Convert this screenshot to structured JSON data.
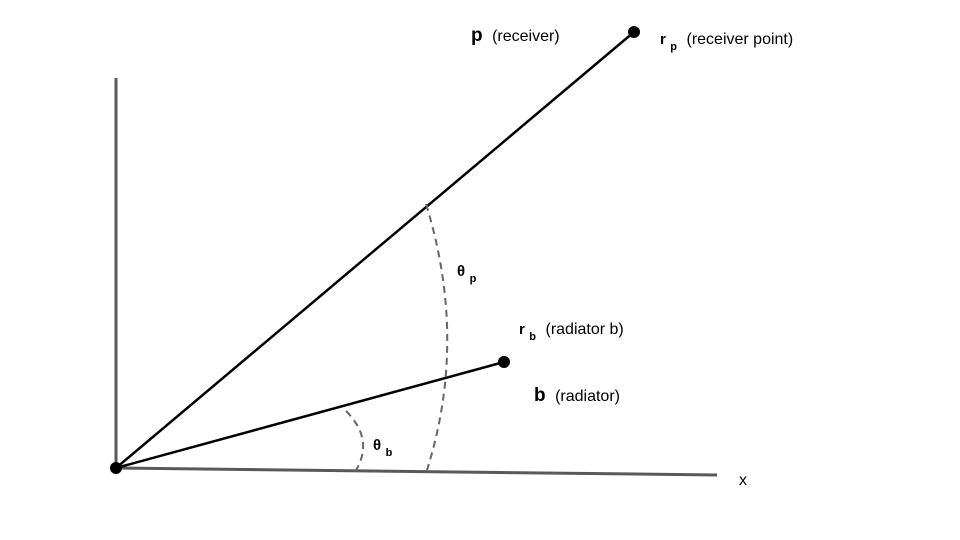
{
  "labels": {
    "receiver_letter": "p",
    "receiver_desc": "(receiver)",
    "receiver_point_letter": "r",
    "receiver_point_sub": "p",
    "receiver_point_desc": "(receiver point)",
    "radiator_point_letter": "r",
    "radiator_point_sub": "b",
    "radiator_point_desc": "(radiator b)",
    "radiator_letter": "b",
    "radiator_desc": "(radiator)",
    "theta_p_symbol": "θ",
    "theta_p_sub": "p",
    "theta_b_symbol": "θ",
    "theta_b_sub": "b",
    "x_axis": "x"
  },
  "colors": {
    "axis": "#595959",
    "line": "#000000",
    "arc": "#666666"
  }
}
